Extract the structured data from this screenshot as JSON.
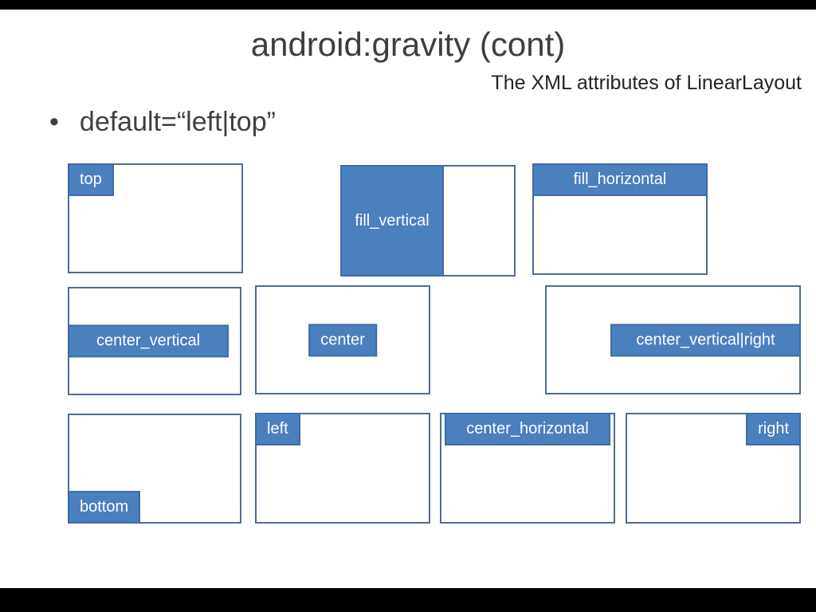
{
  "slide": {
    "title": "android:gravity (cont)",
    "subtitle": "The XML attributes of LinearLayout",
    "bullet_marker": "•",
    "bullet": "default=“left|top”"
  },
  "boxes": {
    "top": {
      "label": "top"
    },
    "fill_vertical": {
      "label": "fill_vertical"
    },
    "fill_horizontal": {
      "label": "fill_horizontal"
    },
    "center_vertical": {
      "label": "center_vertical"
    },
    "center": {
      "label": "center"
    },
    "center_vertical_right": {
      "label": "center_vertical|right"
    },
    "bottom": {
      "label": "bottom"
    },
    "left": {
      "label": "left"
    },
    "center_horizontal": {
      "label": "center_horizontal"
    },
    "right": {
      "label": "right"
    }
  },
  "colors": {
    "accent_fill": "#4a80bd",
    "label_border": "#3e6ca4",
    "box_border": "#4e6d92",
    "title_text": "#3e3e3e",
    "letterbox": "#000000"
  }
}
